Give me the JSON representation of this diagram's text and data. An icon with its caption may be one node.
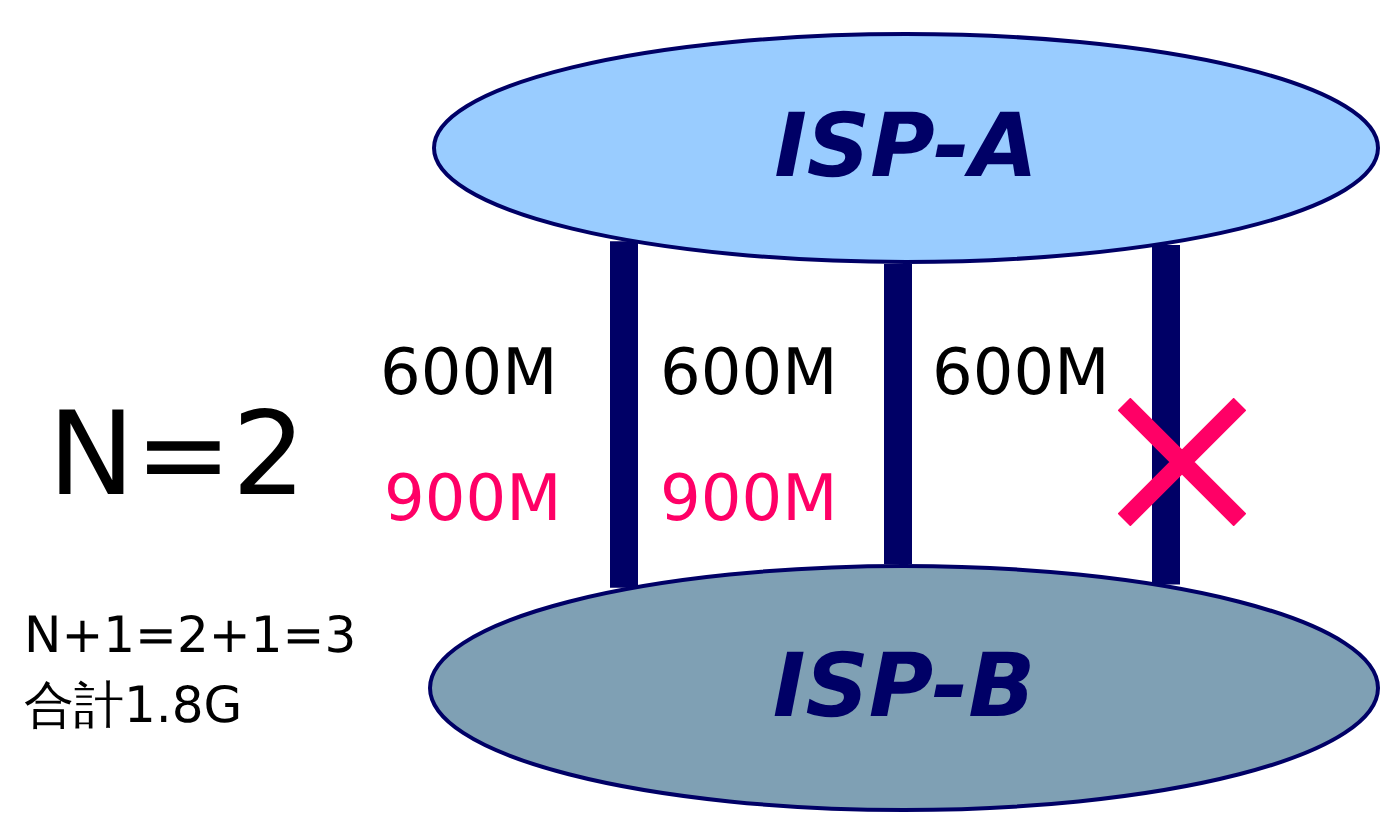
{
  "diagram": {
    "nodes": [
      {
        "text": [
          "ISP-A"
        ]
      },
      {
        "text": [
          "ISP-B"
        ]
      }
    ],
    "edges": [
      {
        "from": 0,
        "to": 1,
        "arrow": "none"
      },
      {
        "from": 0,
        "to": 1,
        "arrow": "none"
      },
      {
        "from": 0,
        "to": 1,
        "arrow": "none"
      }
    ],
    "labels": [
      "600M",
      "600M",
      "600M",
      "N=2",
      "900M",
      "900M",
      "N+1=2+1=3",
      "合計1.8G"
    ]
  }
}
